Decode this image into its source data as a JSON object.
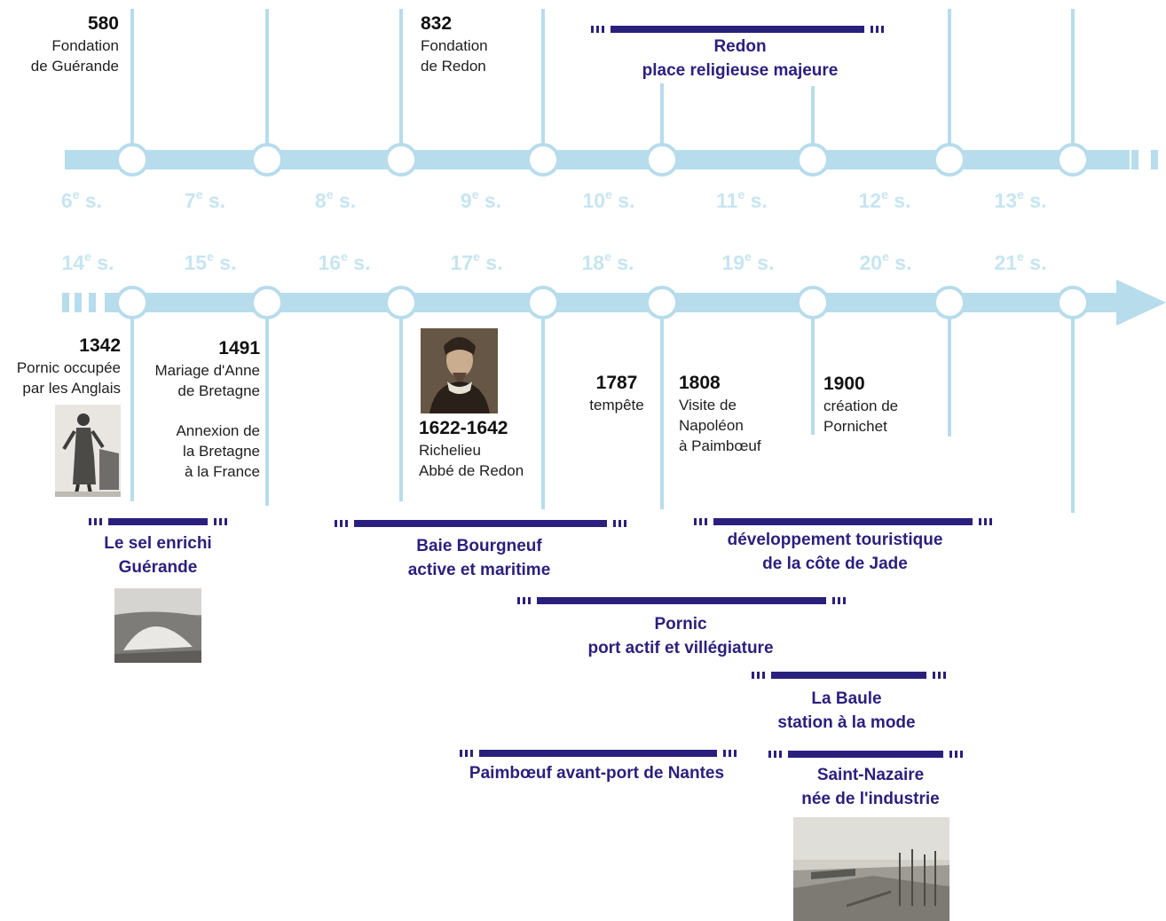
{
  "colors": {
    "axis": "#b7dcec",
    "centuryLabel": "#c7e5f1",
    "period": "#2b1f7d",
    "text": "#1e1e1e"
  },
  "timeline": {
    "row1_centuries": [
      {
        "num": "6",
        "sup": "e",
        "suffix": " s."
      },
      {
        "num": "7",
        "sup": "e",
        "suffix": " s."
      },
      {
        "num": "8",
        "sup": "e",
        "suffix": " s."
      },
      {
        "num": "9",
        "sup": "e",
        "suffix": " s."
      },
      {
        "num": "10",
        "sup": "e",
        "suffix": " s."
      },
      {
        "num": "11",
        "sup": "e",
        "suffix": " s."
      },
      {
        "num": "12",
        "sup": "e",
        "suffix": " s."
      },
      {
        "num": "13",
        "sup": "e",
        "suffix": " s."
      }
    ],
    "row2_centuries": [
      {
        "num": "14",
        "sup": "e",
        "suffix": " s."
      },
      {
        "num": "15",
        "sup": "e",
        "suffix": " s."
      },
      {
        "num": "16",
        "sup": "e",
        "suffix": " s."
      },
      {
        "num": "17",
        "sup": "e",
        "suffix": " s."
      },
      {
        "num": "18",
        "sup": "e",
        "suffix": " s."
      },
      {
        "num": "19",
        "sup": "e",
        "suffix": " s."
      },
      {
        "num": "20",
        "sup": "e",
        "suffix": " s."
      },
      {
        "num": "21",
        "sup": "e",
        "suffix": " s."
      }
    ]
  },
  "events": {
    "e580": {
      "year": "580",
      "line1": "Fondation",
      "line2": "de Guérande"
    },
    "e832": {
      "year": "832",
      "line1": "Fondation",
      "line2": "de Redon"
    },
    "e1342": {
      "year": "1342",
      "line1": "Pornic occupée",
      "line2": "par les Anglais"
    },
    "e1491": {
      "year": "1491",
      "line1": "Mariage d'Anne",
      "line2": "de Bretagne",
      "line3": "Annexion de",
      "line4": "la Bretagne",
      "line5": "à la France"
    },
    "e1622": {
      "year": "1622-1642",
      "line1": "Richelieu",
      "line2": "Abbé de Redon"
    },
    "e1787": {
      "year": "1787",
      "line1": "tempête"
    },
    "e1808": {
      "year": "1808",
      "line1": "Visite de",
      "line2": "Napoléon",
      "line3": "à Paimbœuf"
    },
    "e1900": {
      "year": "1900",
      "line1": "création de",
      "line2": "Pornichet"
    }
  },
  "periods": {
    "redon": {
      "line1": "Redon",
      "line2": "place religieuse majeure"
    },
    "sel": {
      "line1": "Le sel enrichi",
      "line2": "Guérande"
    },
    "baie": {
      "line1": "Baie Bourgneuf",
      "line2": "active et maritime"
    },
    "jade": {
      "line1": "développement touristique",
      "line2": "de la côte de Jade"
    },
    "pornic": {
      "line1": "Pornic",
      "line2": "port actif et villégiature"
    },
    "baule": {
      "line1": "La Baule",
      "line2": "station à la mode"
    },
    "paimboeuf": {
      "line1": "Paimbœuf avant-port de Nantes"
    },
    "stnazaire": {
      "line1": "Saint-Nazaire",
      "line2": "née de l'industrie"
    }
  },
  "images": {
    "soldier": "engraving-figure",
    "richelieu": "portrait",
    "salt": "salt-pile-photo",
    "port": "port-engraving"
  }
}
